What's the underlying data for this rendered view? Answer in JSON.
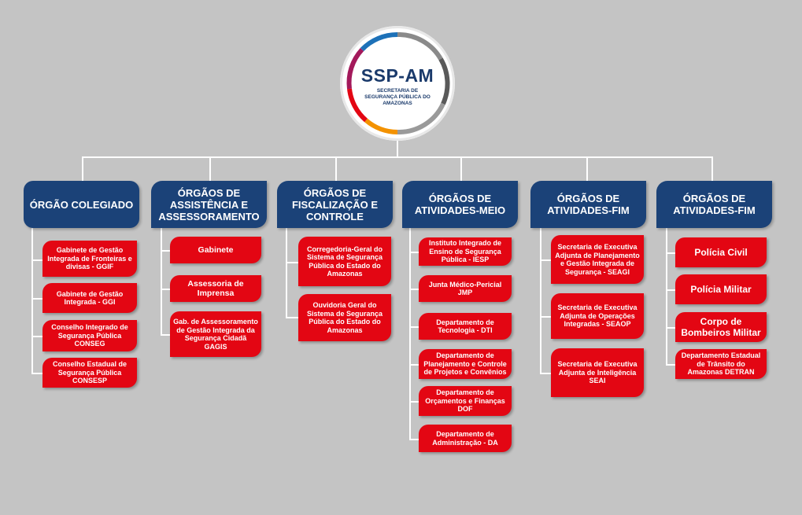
{
  "logo": {
    "title": "SSP-AM",
    "subtitle": "SECRETARIA DE SEGURANÇA PÚBLICA DO AMAZONAS"
  },
  "columns": [
    {
      "header": "ÓRGÃO COLEGIADO",
      "items": [
        "Gabinete de Gestão Integrada de Fronteiras e divisas - GGIF",
        "Gabinete de Gestão Integrada - GGI",
        "Conselho Integrado de Segurança Pública CONSEG",
        "Conselho Estadual de Segurança Pública CONSESP"
      ]
    },
    {
      "header": "ÓRGÃOS DE ASSISTÊNCIA E ASSESSORAMENTO",
      "items": [
        "Gabinete",
        "Assessoria de Imprensa",
        "Gab. de Assessoramento de Gestão Integrada da Segurança Cidadã GAGIS"
      ]
    },
    {
      "header": "ÓRGÃOS DE FISCALIZAÇÃO E CONTROLE",
      "items": [
        "Corregedoria-Geral do Sistema de Segurança Pública do Estado do Amazonas",
        "Ouvidoria Geral do Sistema de Segurança Pública do Estado do Amazonas"
      ]
    },
    {
      "header": "ÓRGÃOS DE ATIVIDADES-MEIO",
      "items": [
        "Instituto Integrado de Ensino de Segurança Pública - IESP",
        "Junta Médico-Pericial JMP",
        "Departamento de Tecnologia - DTI",
        "Departamento de Planejamento e Controle de Projetos e Convênios",
        "Departamento de Orçamentos e Finanças DOF",
        "Departamento de Administração - DA"
      ]
    },
    {
      "header": "ÓRGÃOS DE ATIVIDADES-FIM",
      "items": [
        "Secretaria de Executiva Adjunta de Planejamento e Gestão Integrada de Segurança - SEAGI",
        "Secretaria de Executiva Adjunta de Operações Integradas - SEAOP",
        "Secretaria de Executiva Adjunta de Inteligência SEAI"
      ]
    },
    {
      "header": "ÓRGÃOS DE ATIVIDADES-FIM",
      "items": [
        "Polícia Civil",
        "Polícia Militar",
        "Corpo de Bombeiros Militar",
        "Departamento Estadual de Trânsito do Amazonas DETRAN"
      ]
    }
  ],
  "colors": {
    "background": "#c4c4c4",
    "header": "#1b4278",
    "item": "#e30613",
    "connector": "#ffffff"
  }
}
